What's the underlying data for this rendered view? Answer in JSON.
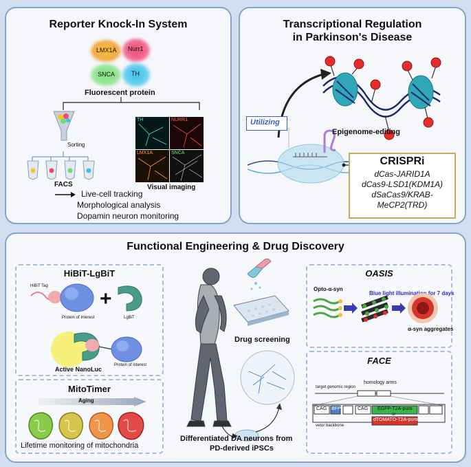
{
  "reporter": {
    "title": "Reporter Knock-In System",
    "proteins": [
      "LMX1A",
      "Nurr1",
      "SNCA",
      "TH"
    ],
    "fluor_label": "Fluorescent protein",
    "sorting": "Sorting",
    "facs": "FACS",
    "imaging_labels": [
      "TH",
      "NURR1",
      "LMX1A",
      "SNCA"
    ],
    "visual_imaging": "Visual imaging",
    "applications": [
      "Live-cell tracking",
      "Morphological analysis",
      "Dopamin neuron monitoring"
    ]
  },
  "transcription": {
    "title_line1": "Transcriptional Regulation",
    "title_line2": "in Parkinson's Disease",
    "utilizing": "Utilizing",
    "epigenome": "Epigenome-editing",
    "crispri_title": "CRISPRi",
    "crispri_lines": [
      "dCas-JARID1A",
      "dCas9-LSD1(KDM1A)",
      "dSaCas9/KRAB-",
      "MeCP2(TRD)"
    ]
  },
  "functional": {
    "title": "Functional Engineering & Drug Discovery",
    "hibit": {
      "title": "HiBiT-LgBiT",
      "tag": "HiBiT Tag",
      "plus": "+",
      "poi": "Protein of Interest",
      "lgbit": "LgBiT",
      "active": "Active NanoLuc",
      "poi2": "Protein of interest"
    },
    "mitotimer": {
      "title": "MitoTimer",
      "aging": "Aging",
      "caption": "Lifetime monitoring of mitochondria"
    },
    "center": {
      "drug": "Drug screening",
      "neurons_line1": "Differentiated DA neurons from",
      "neurons_line2": "PD-derived iPSCs"
    },
    "oasis": {
      "title": "OASIS",
      "opto": "Opto-α-syn",
      "blue": "Blue light illumination for 7 days",
      "agg": "α-syn aggregates"
    },
    "face": {
      "title": "FACE",
      "target": "target genomic region",
      "homology": "homology arms",
      "cag1": "CAG",
      "bfp": "BFP",
      "cag2": "CAG",
      "egfp": "EGFP-T2A-puro",
      "or": "or",
      "dtomato": "dTOMATO-T2A-puro",
      "backbone": "vetor backbone"
    }
  },
  "colors": {
    "panel_border": "#86a3c9",
    "background": "#d3dff0",
    "nucleosome": "#2fa7b8",
    "red_mark": "#e52d2d",
    "utilizing_text": "#3a5fc8",
    "blue_light": "#2b2bd6",
    "egfp": "#3bb54a",
    "dtomato": "#d9342b",
    "bfp": "#4f7ec9"
  }
}
